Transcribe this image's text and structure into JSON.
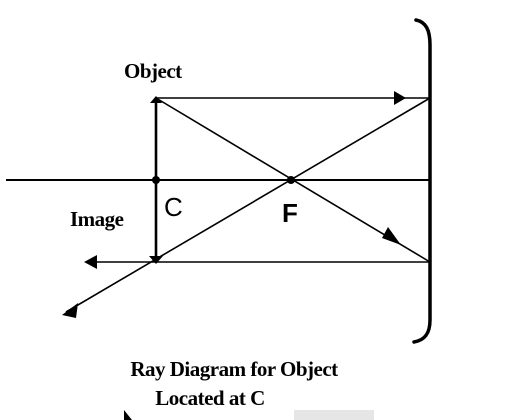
{
  "labels": {
    "object": "Object",
    "image": "Image",
    "center": "C",
    "focal": "F"
  },
  "caption": {
    "line1": "Ray Diagram for Object",
    "line2": "Located at C"
  },
  "colors": {
    "ink": "#000000",
    "background": "#ffffff"
  }
}
